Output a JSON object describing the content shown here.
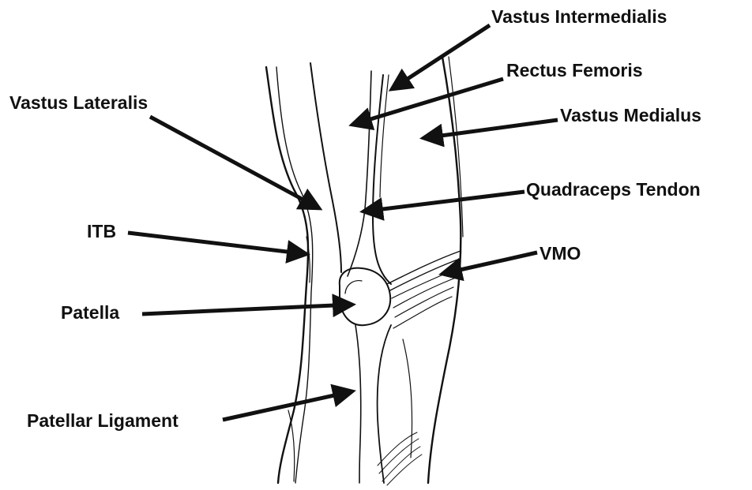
{
  "labels": {
    "vastus_intermedialis": "Vastus Intermedialis",
    "rectus_femoris": "Rectus Femoris",
    "vastus_lateralis": "Vastus Lateralis",
    "vastus_medialus": "Vastus Medialus",
    "quadraceps_tendon": "Quadraceps Tendon",
    "itb": "ITB",
    "vmo": "VMO",
    "patella": "Patella",
    "patellar_ligament": "Patellar Ligament"
  },
  "colors": {
    "ink": "#111111",
    "background": "#ffffff"
  }
}
